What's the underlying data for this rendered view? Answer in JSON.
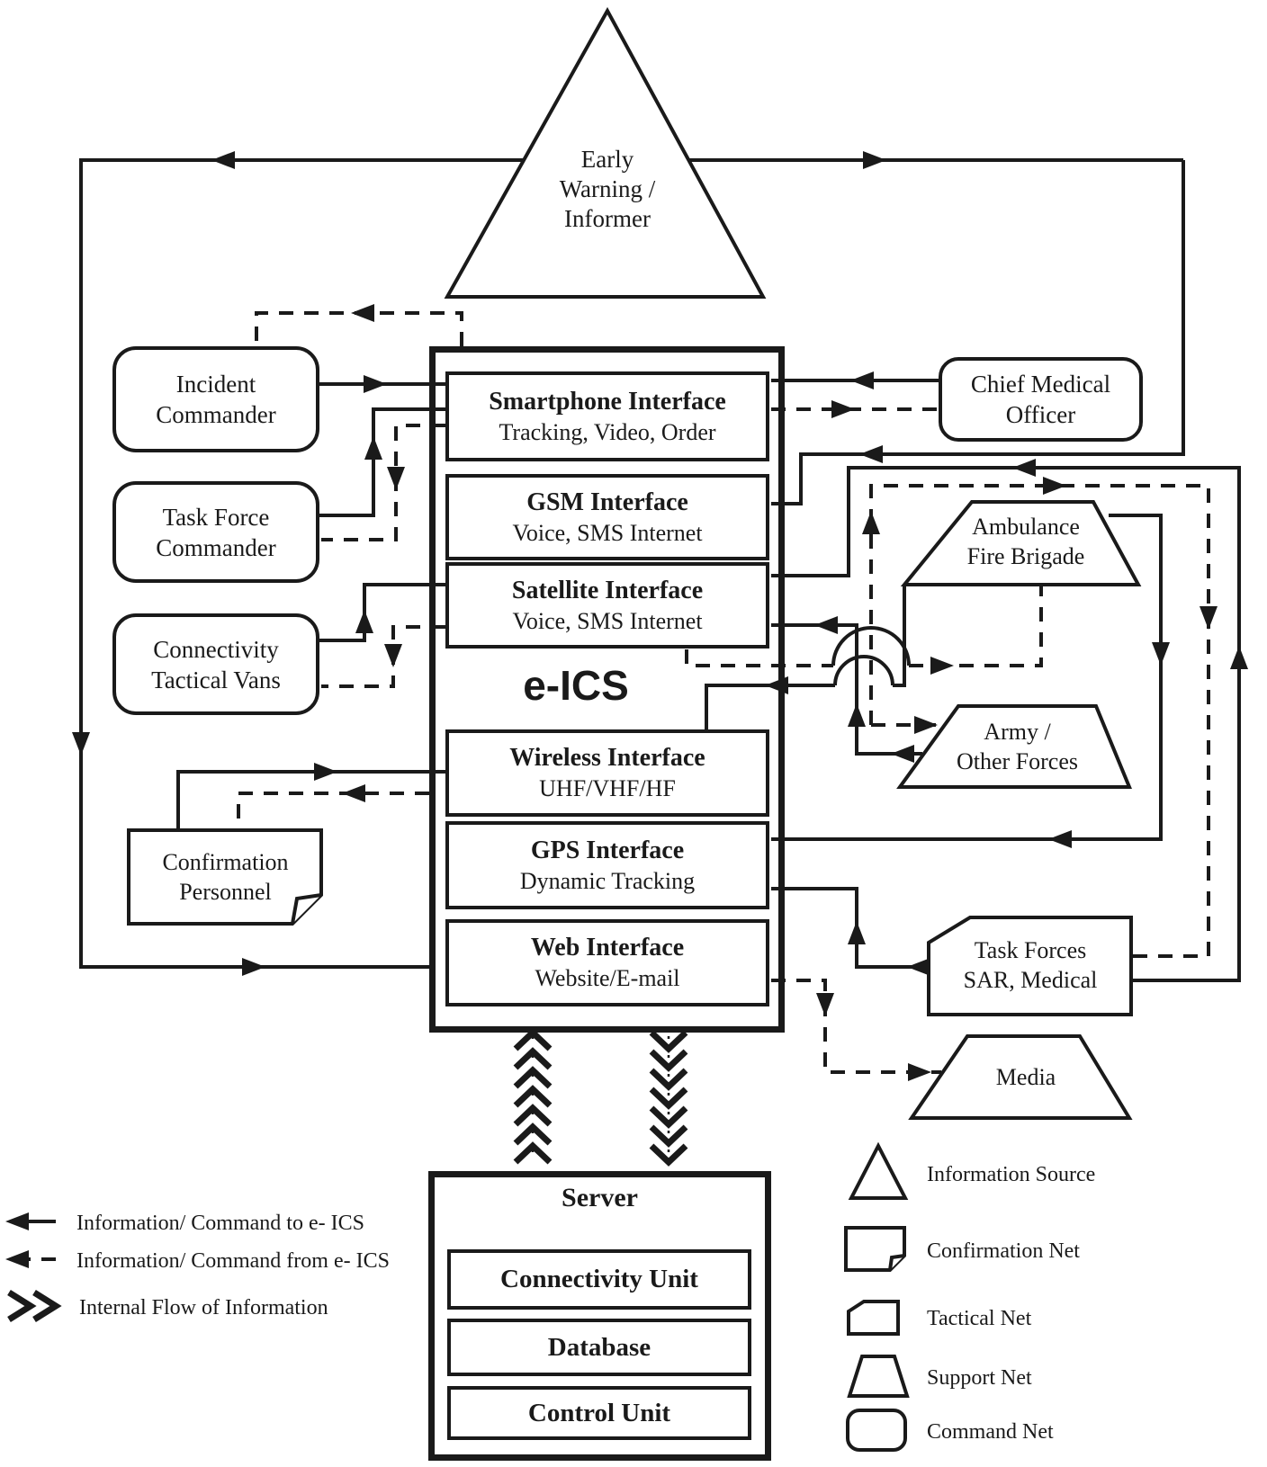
{
  "nodes": {
    "early_warning": "Early\nWarning /\nInformer",
    "incident_commander": "Incident\nCommander",
    "task_force_commander": "Task Force\nCommander",
    "connectivity_tactical_vans": "Connectivity\nTactical Vans",
    "confirmation_personnel": "Confirmation\nPersonnel",
    "chief_medical_officer": "Chief Medical\nOfficer",
    "ambulance_fire_brigade": "Ambulance\nFire Brigade",
    "army_other_forces": "Army /\nOther Forces",
    "task_forces_sar_medical": "Task Forces\nSAR, Medical",
    "media": "Media"
  },
  "eics": {
    "title": "e-ICS",
    "interfaces": [
      {
        "title": "Smartphone Interface",
        "sub": "Tracking, Video, Order"
      },
      {
        "title": "GSM Interface",
        "sub": "Voice, SMS Internet"
      },
      {
        "title": "Satellite Interface",
        "sub": "Voice, SMS Internet"
      },
      {
        "title": "Wireless Interface",
        "sub": "UHF/VHF/HF"
      },
      {
        "title": "GPS Interface",
        "sub": "Dynamic Tracking"
      },
      {
        "title": "Web Interface",
        "sub": "Website/E-mail"
      }
    ]
  },
  "server": {
    "title": "Server",
    "units": [
      "Connectivity Unit",
      "Database",
      "Control Unit"
    ]
  },
  "legend_flows": [
    {
      "symbol": "solid-arrow",
      "label": "Information/ Command to e- ICS"
    },
    {
      "symbol": "dashed-arrow",
      "label": "Information/ Command from e- ICS"
    },
    {
      "symbol": "double-chevron",
      "label": "Internal Flow of Information"
    }
  ],
  "legend_shapes": [
    {
      "symbol": "triangle",
      "label": "Information Source"
    },
    {
      "symbol": "dogear-document",
      "label": "Confirmation Net"
    },
    {
      "symbol": "cut-corner-box",
      "label": "Tactical Net"
    },
    {
      "symbol": "trapezoid",
      "label": "Support Net"
    },
    {
      "symbol": "rounded-rect",
      "label": "Command Net"
    }
  ],
  "colors": {
    "ink": "#1a1a1a",
    "paper": "#ffffff"
  }
}
